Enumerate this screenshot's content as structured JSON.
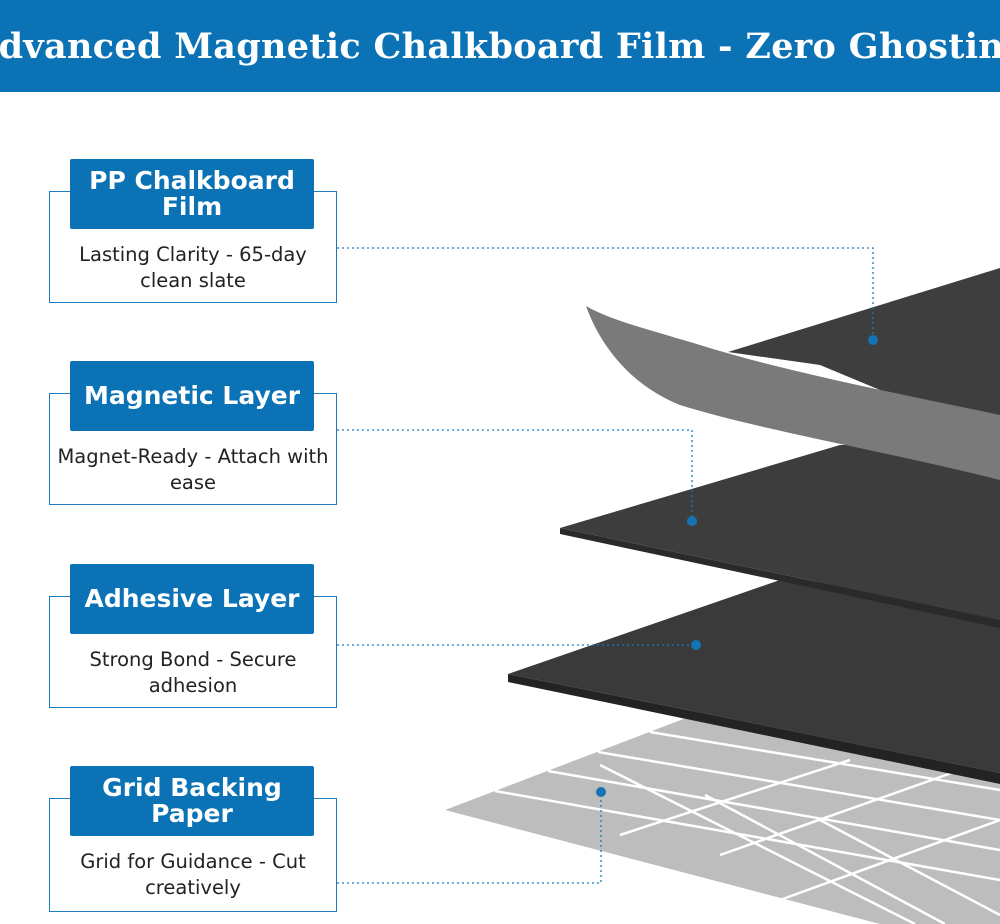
{
  "banner": {
    "title": "Advanced Magnetic Chalkboard Film - Zero Ghosting"
  },
  "layers": [
    {
      "title": "PP Chalkboard Film",
      "description": "Lasting Clarity - 65-day clean slate"
    },
    {
      "title": "Magnetic Layer",
      "description": "Magnet-Ready - Attach with ease"
    },
    {
      "title": "Adhesive Layer",
      "description": "Strong Bond - Secure adhesion"
    },
    {
      "title": "Grid Backing Paper",
      "description": "Grid for Guidance - Cut creatively"
    }
  ],
  "colors": {
    "brand_blue": "#0b73b5",
    "chalkboard": "#3b3b3b",
    "film_grey": "#7a7a7a",
    "grid_paper": "#bdbdbd"
  }
}
